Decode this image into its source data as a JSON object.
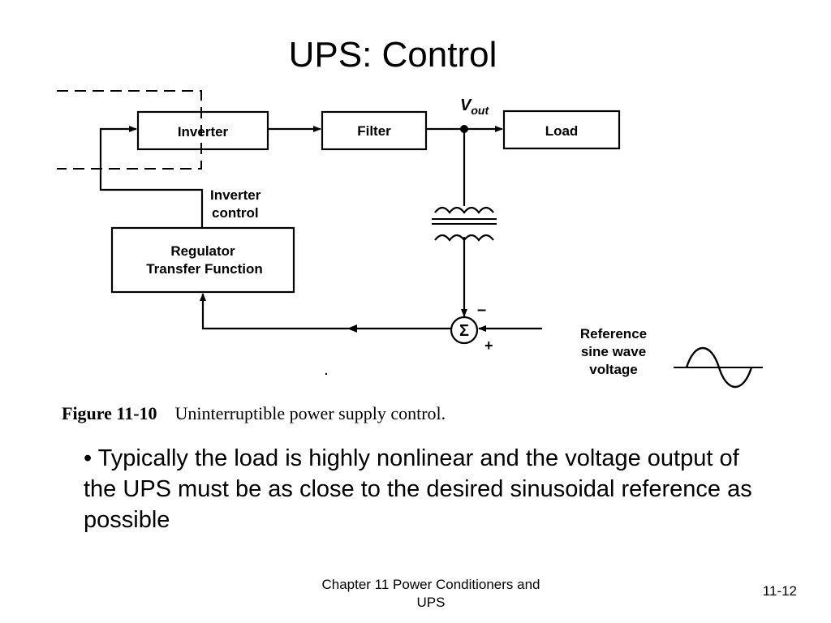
{
  "slide": {
    "title": "UPS: Control",
    "bullet": "• Typically the load is highly nonlinear and the voltage output of the UPS must be as close to the desired sinusoidal reference as possible",
    "footer_center": "Chapter 11 Power Conditioners and UPS",
    "footer_right": "11-12"
  },
  "figure": {
    "blocks": {
      "inverter": "Inverter",
      "filter": "Filter",
      "load": "Load",
      "regulator_line1": "Regulator",
      "regulator_line2": "Transfer Function"
    },
    "labels": {
      "vout_main": "V",
      "vout_sub": "out",
      "inverter_control_line1": "Inverter",
      "inverter_control_line2": "control",
      "summing": "Σ",
      "minus": "–",
      "plus": "+",
      "reference_line1": "Reference",
      "reference_line2": "sine wave",
      "reference_line3": "voltage"
    },
    "caption_number": "Figure 11-10",
    "caption_text": "Uninterruptible power supply control."
  }
}
